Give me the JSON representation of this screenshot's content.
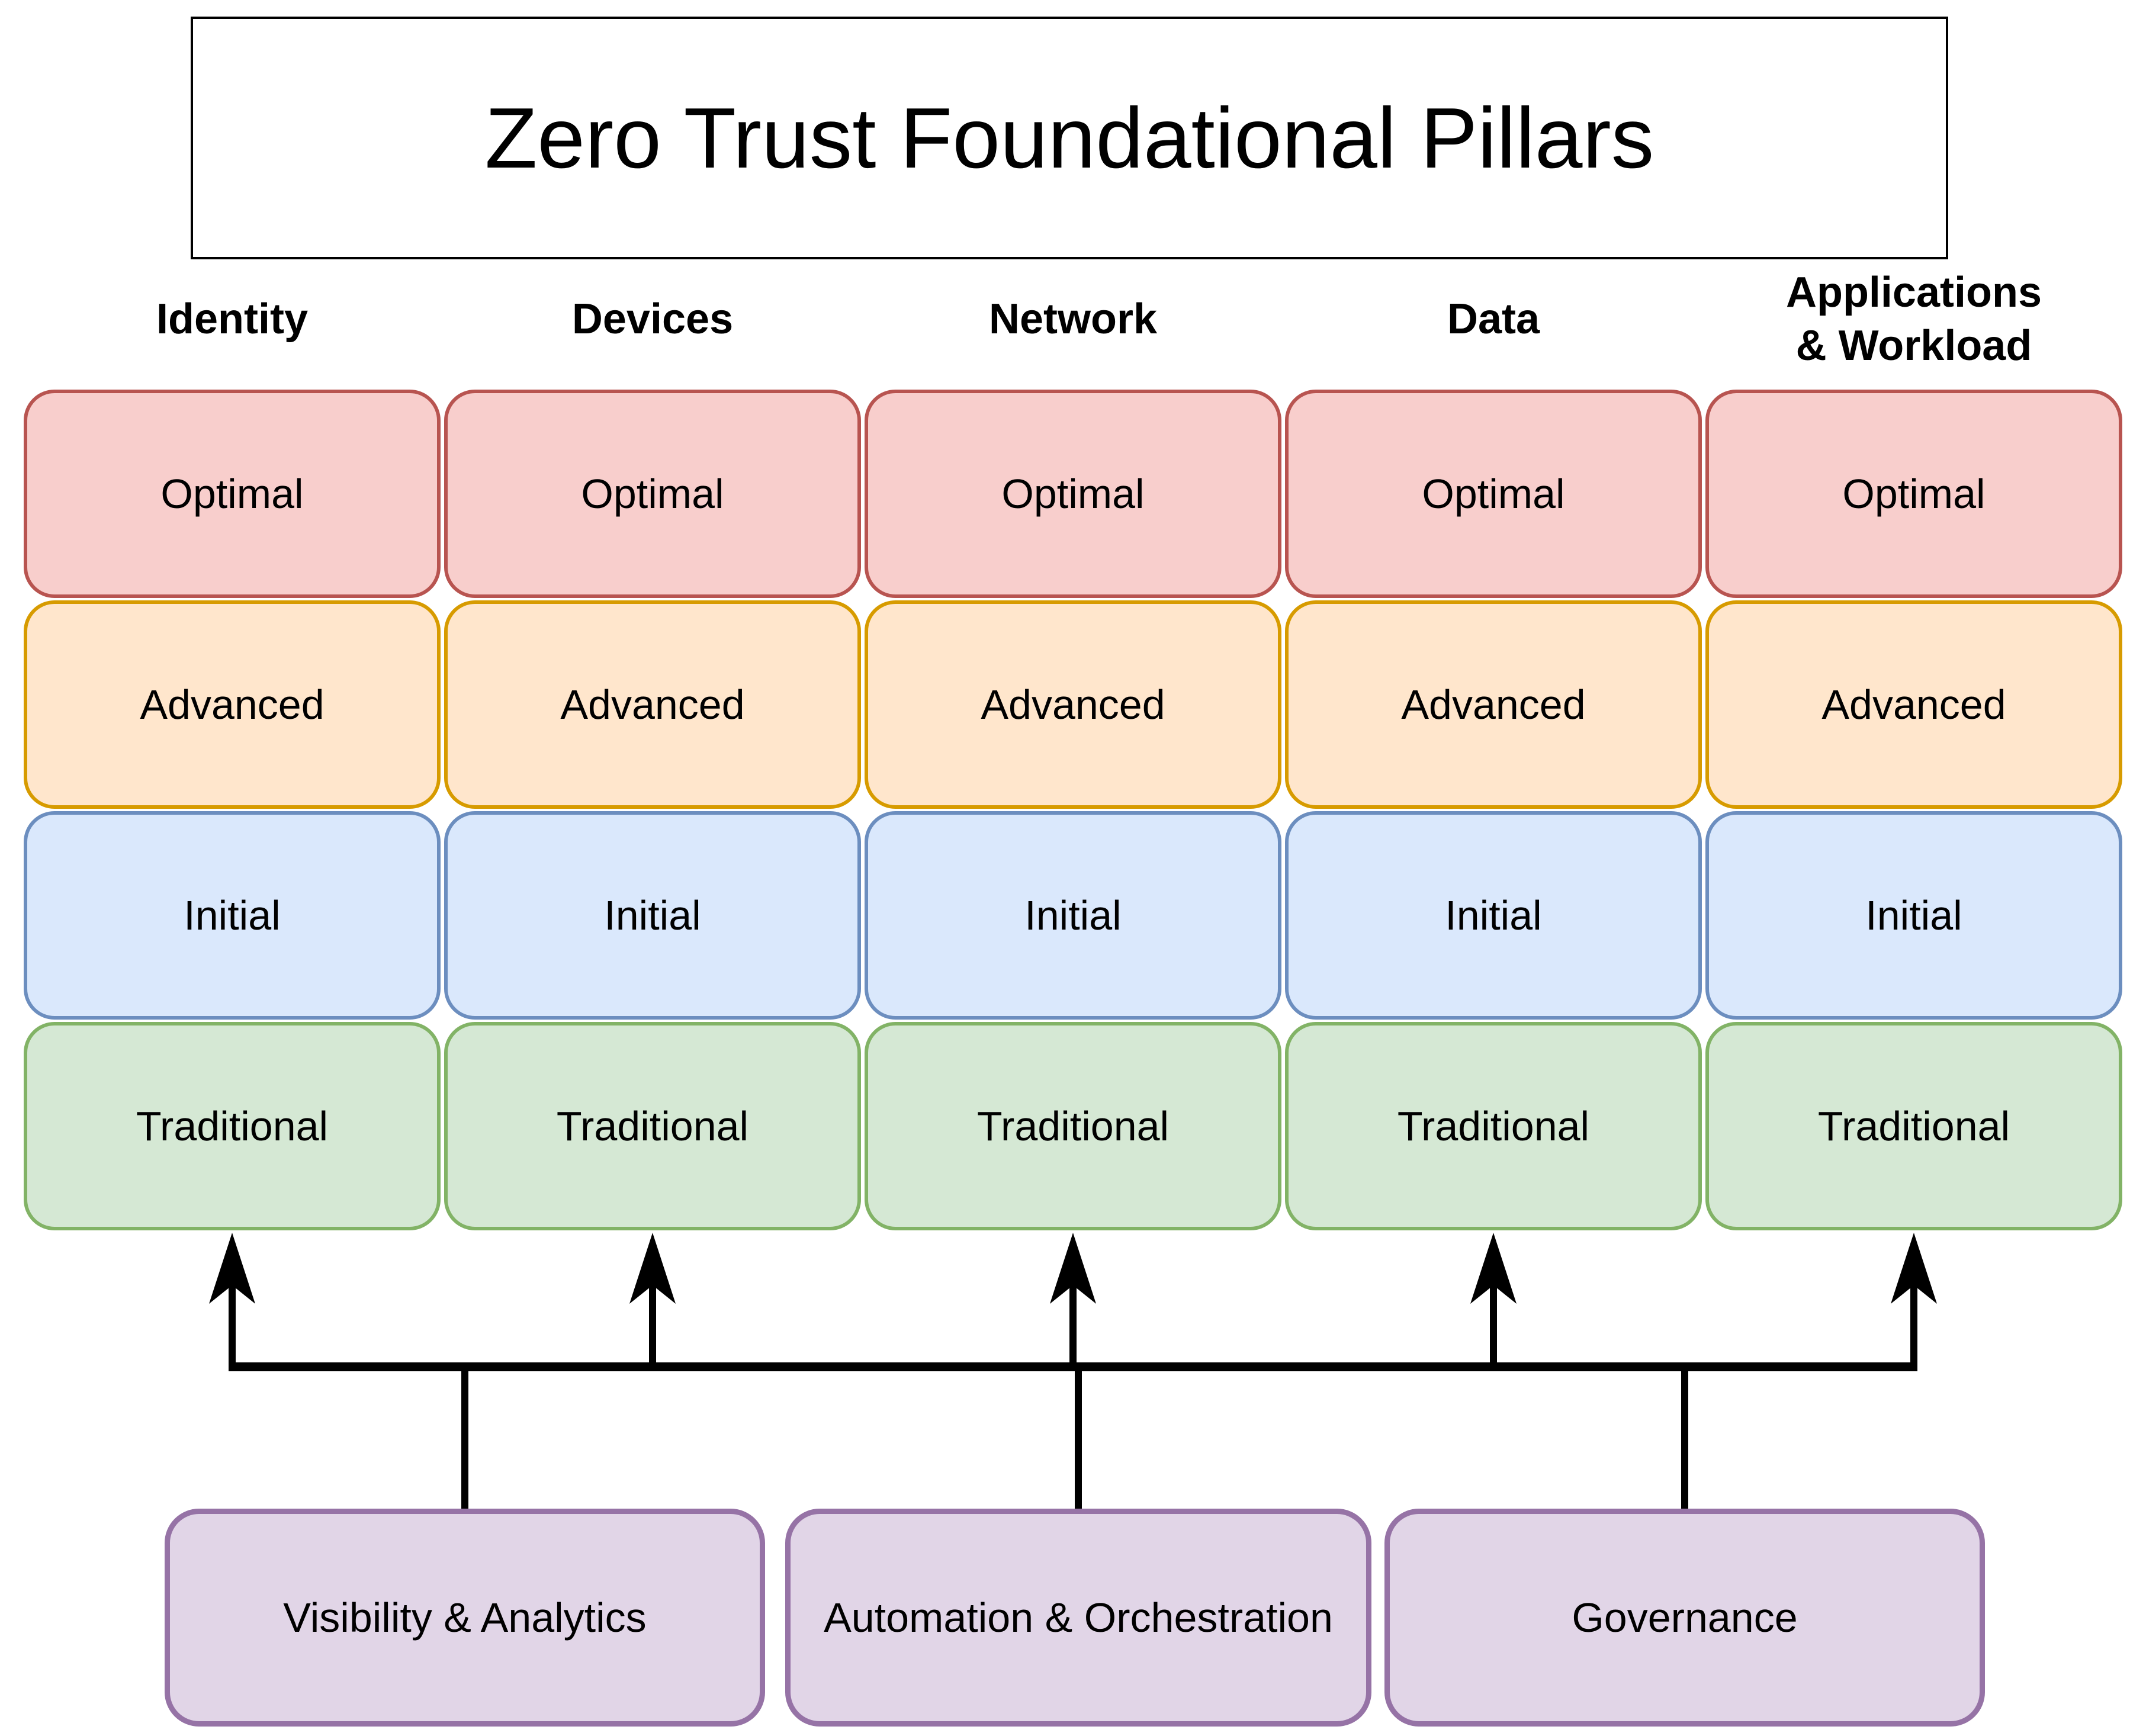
{
  "title": "Zero Trust Foundational Pillars",
  "pillars": [
    {
      "label": "Identity"
    },
    {
      "label": "Devices"
    },
    {
      "label": "Network"
    },
    {
      "label": "Data"
    },
    {
      "label": "Applications\n& Workload"
    }
  ],
  "maturity_levels": [
    {
      "label": "Optimal",
      "fill": "#f8cecc",
      "stroke": "#b85450"
    },
    {
      "label": "Advanced",
      "fill": "#ffe6cc",
      "stroke": "#d79b00"
    },
    {
      "label": "Initial",
      "fill": "#dae8fc",
      "stroke": "#6c8ebf"
    },
    {
      "label": "Traditional",
      "fill": "#d5e8d4",
      "stroke": "#82b366"
    }
  ],
  "foundations": [
    {
      "label": "Visibility & Analytics"
    },
    {
      "label": "Automation & Orchestration"
    },
    {
      "label": "Governance"
    }
  ],
  "foundation_style": {
    "fill": "#e1d5e7",
    "stroke": "#9673a6"
  },
  "connector_color": "#000000"
}
